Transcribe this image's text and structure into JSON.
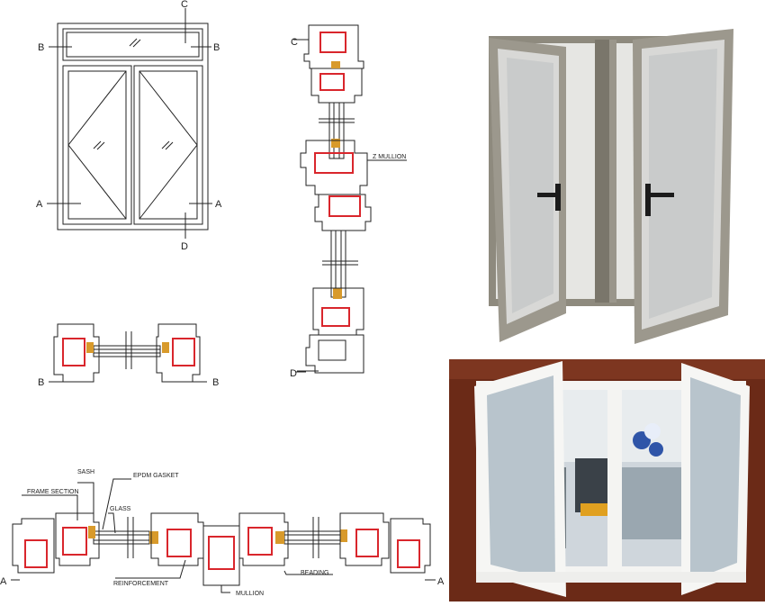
{
  "elevation": {
    "labels": {
      "c": "C",
      "b_left": "B",
      "b_right": "B",
      "a_left": "A",
      "a_right": "A",
      "d": "D"
    }
  },
  "vertical_section": {
    "labels": {
      "c": "C",
      "d": "D",
      "z_mullion": "Z MULLION"
    }
  },
  "horizontal_section_bb": {
    "labels": {
      "b_left": "B",
      "b_right": "B"
    }
  },
  "horizontal_section_aa": {
    "labels": {
      "frame_section": "FRAME SECTION",
      "sash": "SASH",
      "epdm_gasket": "EPDM GASKET",
      "glass": "GLASS",
      "reinforcement": "REINFORCEMENT",
      "beading": "BEADING",
      "mullion": "MULLION",
      "a_left": "A",
      "a_right": "A"
    }
  },
  "colors": {
    "line": "#222222",
    "reinforcement": "#d9262c",
    "gasket": "#d89a2b",
    "aluminium_frame": "#8e8a7e",
    "upvc_white": "#f4f4f2",
    "wood": "#6b2a17"
  }
}
